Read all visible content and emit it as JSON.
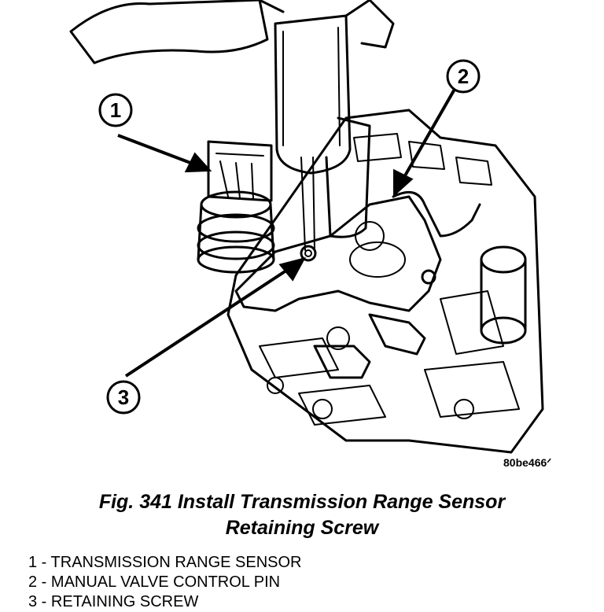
{
  "figure": {
    "ref_code": "80be466ᐟ",
    "caption_line1": "Fig. 341 Install Transmission Range Sensor",
    "caption_line2": "Retaining Screw"
  },
  "callouts": [
    {
      "num": "1",
      "text": "TRANSMISSION RANGE SENSOR"
    },
    {
      "num": "2",
      "text": "MANUAL VALVE CONTROL PIN"
    },
    {
      "num": "3",
      "text": "RETAINING SCREW"
    }
  ],
  "legend_separator": " - "
}
